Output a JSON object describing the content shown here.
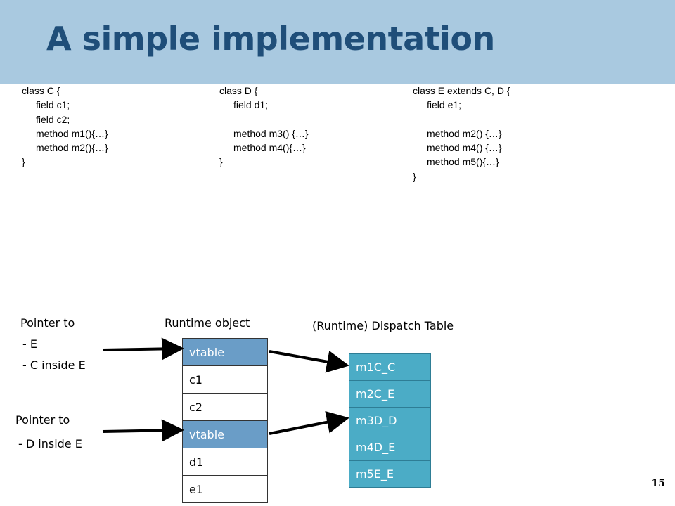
{
  "title": "A simple implementation",
  "class_c": {
    "header": "class C {",
    "lines": [
      "field c1;",
      "field c2;",
      "method m1(){…}",
      "method m2(){…}"
    ],
    "close": "}"
  },
  "class_d": {
    "header": "class D {",
    "lines": [
      "field d1;",
      "",
      "method m3() {…}",
      "method m4(){…}"
    ],
    "close": "}"
  },
  "class_e": {
    "header": "class E extends C, D {",
    "lines": [
      "field e1;",
      "",
      "method m2() {…}",
      "method m4() {…}",
      "method m5(){…}"
    ],
    "close": "}"
  },
  "labels": {
    "pointer1_title": "Pointer to",
    "pointer1_line1": "- E",
    "pointer1_line2": "- C inside E",
    "pointer2_title": "Pointer to",
    "pointer2_line1": "- D inside E",
    "runtime_object": "Runtime object",
    "dispatch_table": "(Runtime) Dispatch Table"
  },
  "runtime_object_cells": [
    "vtable",
    "c1",
    "c2",
    "vtable",
    "d1",
    "e1"
  ],
  "dispatch_table_cells": [
    "m1C_C",
    "m2C_E",
    "m3D_D",
    "m4D_E",
    "m5E_E"
  ],
  "page_number": "15",
  "colors": {
    "title_bar": "#a9c9e0",
    "title_text": "#1f4e79",
    "vtable_cell": "#6a9dc7",
    "dispatch_cell": "#4bacc6"
  }
}
